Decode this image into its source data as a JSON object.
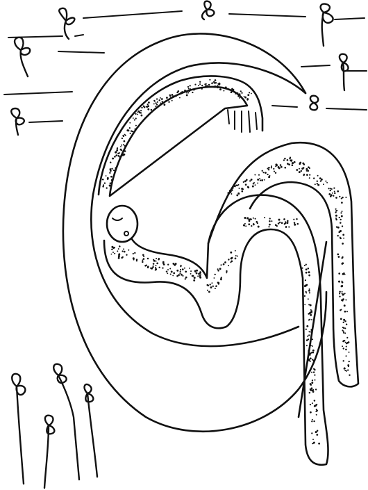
{
  "artwork": {
    "ink_color": "#111111",
    "paper_color": "#ffffff",
    "icons": {
      "flower": "flower-icon",
      "person": "reclining-figure",
      "arch": "arching-figure",
      "moon": "crescent-moon"
    }
  }
}
